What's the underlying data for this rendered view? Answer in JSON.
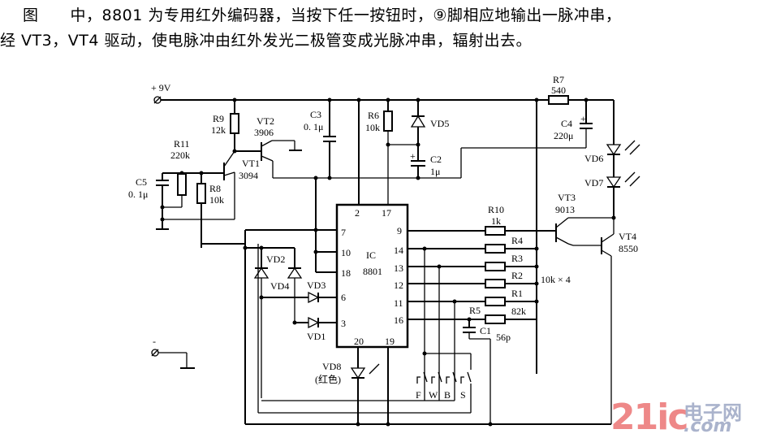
{
  "caption": {
    "line1": "图　　中，8801 为专用红外编码器，当按下任一按钮时，⑨脚相应地输出一脉冲串，",
    "line2": "经 VT3，VT4 驱动，使电脉冲由红外发光二极管变成光脉冲串，辐射出去。"
  },
  "supply": {
    "positive": "+ 9V",
    "negative": "-"
  },
  "components": {
    "R9": {
      "name": "R9",
      "value": "12k"
    },
    "R11": {
      "name": "R11",
      "value": "220k"
    },
    "R8": {
      "name": "R8",
      "value": "10k"
    },
    "C5": {
      "name": "C5",
      "value": "0. 1μ"
    },
    "VT1": {
      "name": "VT1",
      "value": "3094"
    },
    "VT2": {
      "name": "VT2",
      "value": "3906"
    },
    "C3": {
      "name": "C3",
      "value": "0. 1μ"
    },
    "R6": {
      "name": "R6",
      "value": "10k"
    },
    "VD5": {
      "name": "VD5"
    },
    "C2": {
      "name": "C2",
      "value": "1μ"
    },
    "R7": {
      "name": "R7",
      "value": "540"
    },
    "C4": {
      "name": "C4",
      "value": "220μ"
    },
    "VD6": {
      "name": "VD6"
    },
    "VD7": {
      "name": "VD7"
    },
    "VT3": {
      "name": "VT3",
      "value": "9013"
    },
    "VT4": {
      "name": "VT4",
      "value": "8550"
    },
    "R10": {
      "name": "R10",
      "value": "1k"
    },
    "R4": {
      "name": "R4"
    },
    "R3": {
      "name": "R3"
    },
    "R2": {
      "name": "R2"
    },
    "R1": {
      "name": "R1"
    },
    "R_group_value": "10k × 4",
    "R5": {
      "name": "R5",
      "value": "82k"
    },
    "C1": {
      "name": "C1",
      "value": "56p"
    },
    "VD2": {
      "name": "VD2"
    },
    "VD4": {
      "name": "VD4"
    },
    "VD3": {
      "name": "VD3"
    },
    "VD1": {
      "name": "VD1"
    },
    "VD8": {
      "name": "VD8",
      "note": "(红色)"
    }
  },
  "ic": {
    "label": "IC",
    "part": "8801",
    "pins": {
      "p2": "2",
      "p17": "17",
      "p7": "7",
      "p10": "10",
      "p18": "18",
      "p6": "6",
      "p3": "3",
      "p20": "20",
      "p19": "19",
      "p9": "9",
      "p14": "14",
      "p13": "13",
      "p12": "12",
      "p11": "11",
      "p16": "16"
    }
  },
  "buttons": [
    "F",
    "W",
    "B",
    "S"
  ],
  "watermark": {
    "number": "21ic",
    "chinese": "电子网",
    "domain": ".com"
  }
}
